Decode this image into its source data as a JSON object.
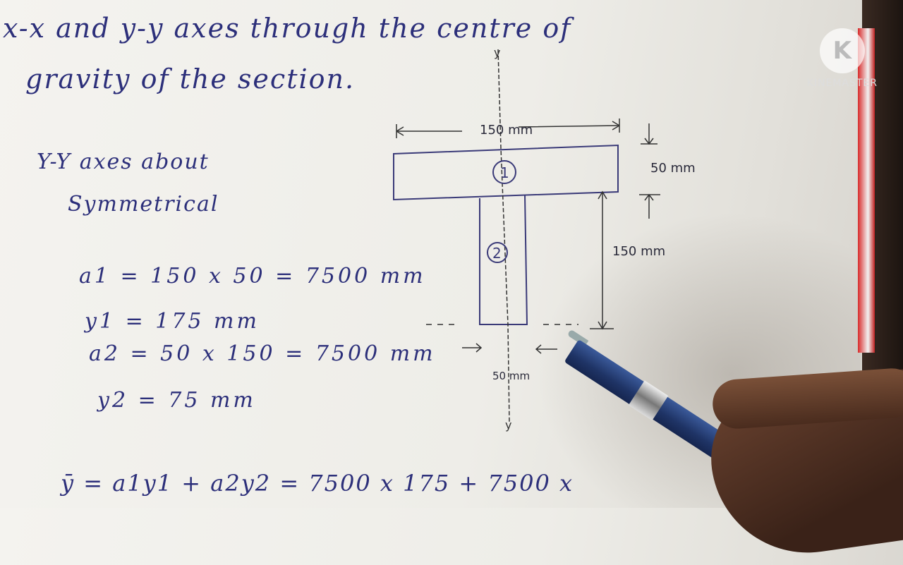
{
  "notes": {
    "line1": "x-x and y-y axes through the centre of",
    "line2": "gravity of the section.",
    "yy_line1": "Y-Y axes about",
    "yy_line2": "Symmetrical",
    "eq_a1": "a1 = 150 x 50 = 7500 mm",
    "eq_y1": "y1 = 175 mm",
    "eq_a2": "a2 = 50 x 150 = 7500 mm",
    "eq_y2": "y2 = 75 mm",
    "eq_ybar": "ȳ = a1y1 + a2y2 = 7500 x 175 + 7500 x"
  },
  "diagram": {
    "width_label": "150 mm",
    "flange_depth_label": "50 mm",
    "web_height_label": "150 mm",
    "web_width_label": "50 mm",
    "part1": "1",
    "part2": "2",
    "axis_top": "y",
    "axis_bottom": "y"
  },
  "watermark": {
    "logo": "K",
    "text": "KINEMASTER"
  },
  "colors": {
    "ink": "#2c2f7a",
    "paper": "#f1f0ec"
  }
}
